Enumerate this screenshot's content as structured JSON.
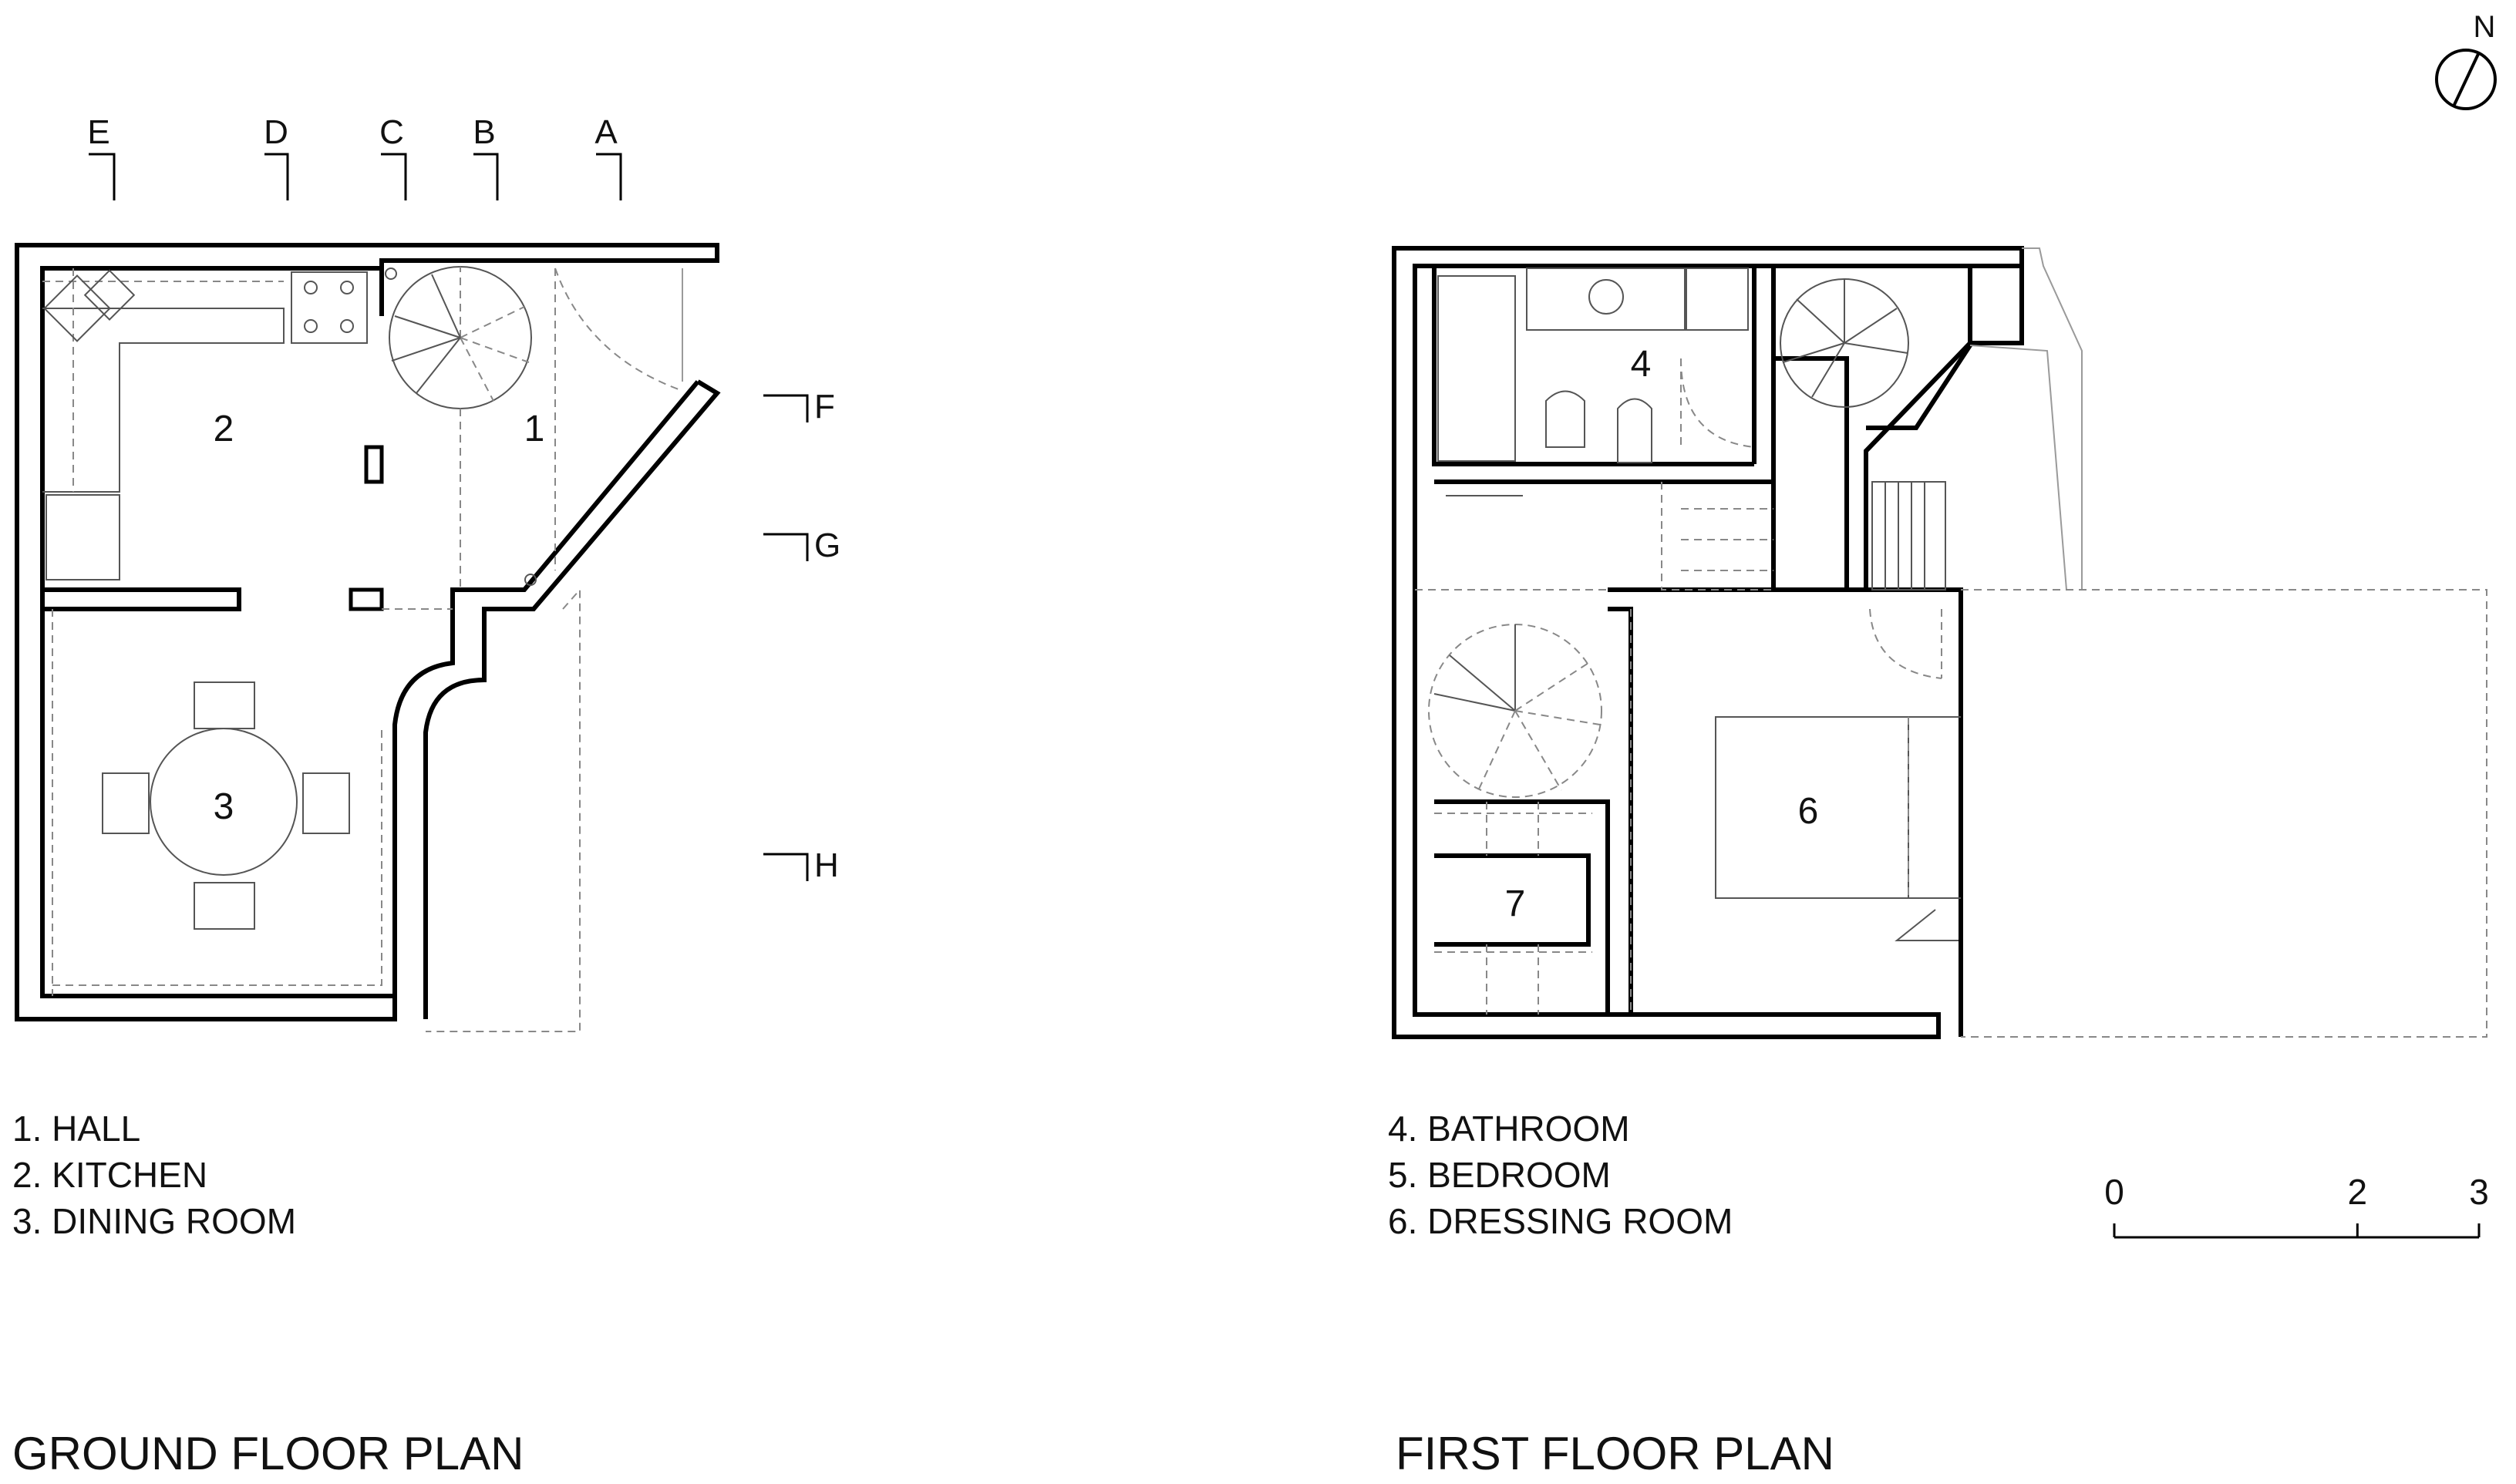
{
  "north_label": "N",
  "section_markers": [
    "E",
    "D",
    "C",
    "B",
    "A",
    "F",
    "G",
    "H"
  ],
  "ground_floor": {
    "title": "GROUND FLOOR PLAN",
    "room_numbers": [
      "1",
      "2",
      "3"
    ],
    "legend": [
      "1. HALL",
      "2. KITCHEN",
      "3. DINING ROOM"
    ]
  },
  "first_floor": {
    "title": "FIRST FLOOR PLAN",
    "room_numbers": [
      "4",
      "6",
      "7"
    ],
    "legend": [
      "4. BATHROOM",
      "5. BEDROOM",
      "6. DRESSING ROOM"
    ]
  },
  "scale_bar": {
    "ticks": [
      "0",
      "2",
      "3"
    ],
    "tick_values": [
      0,
      2,
      3
    ]
  }
}
